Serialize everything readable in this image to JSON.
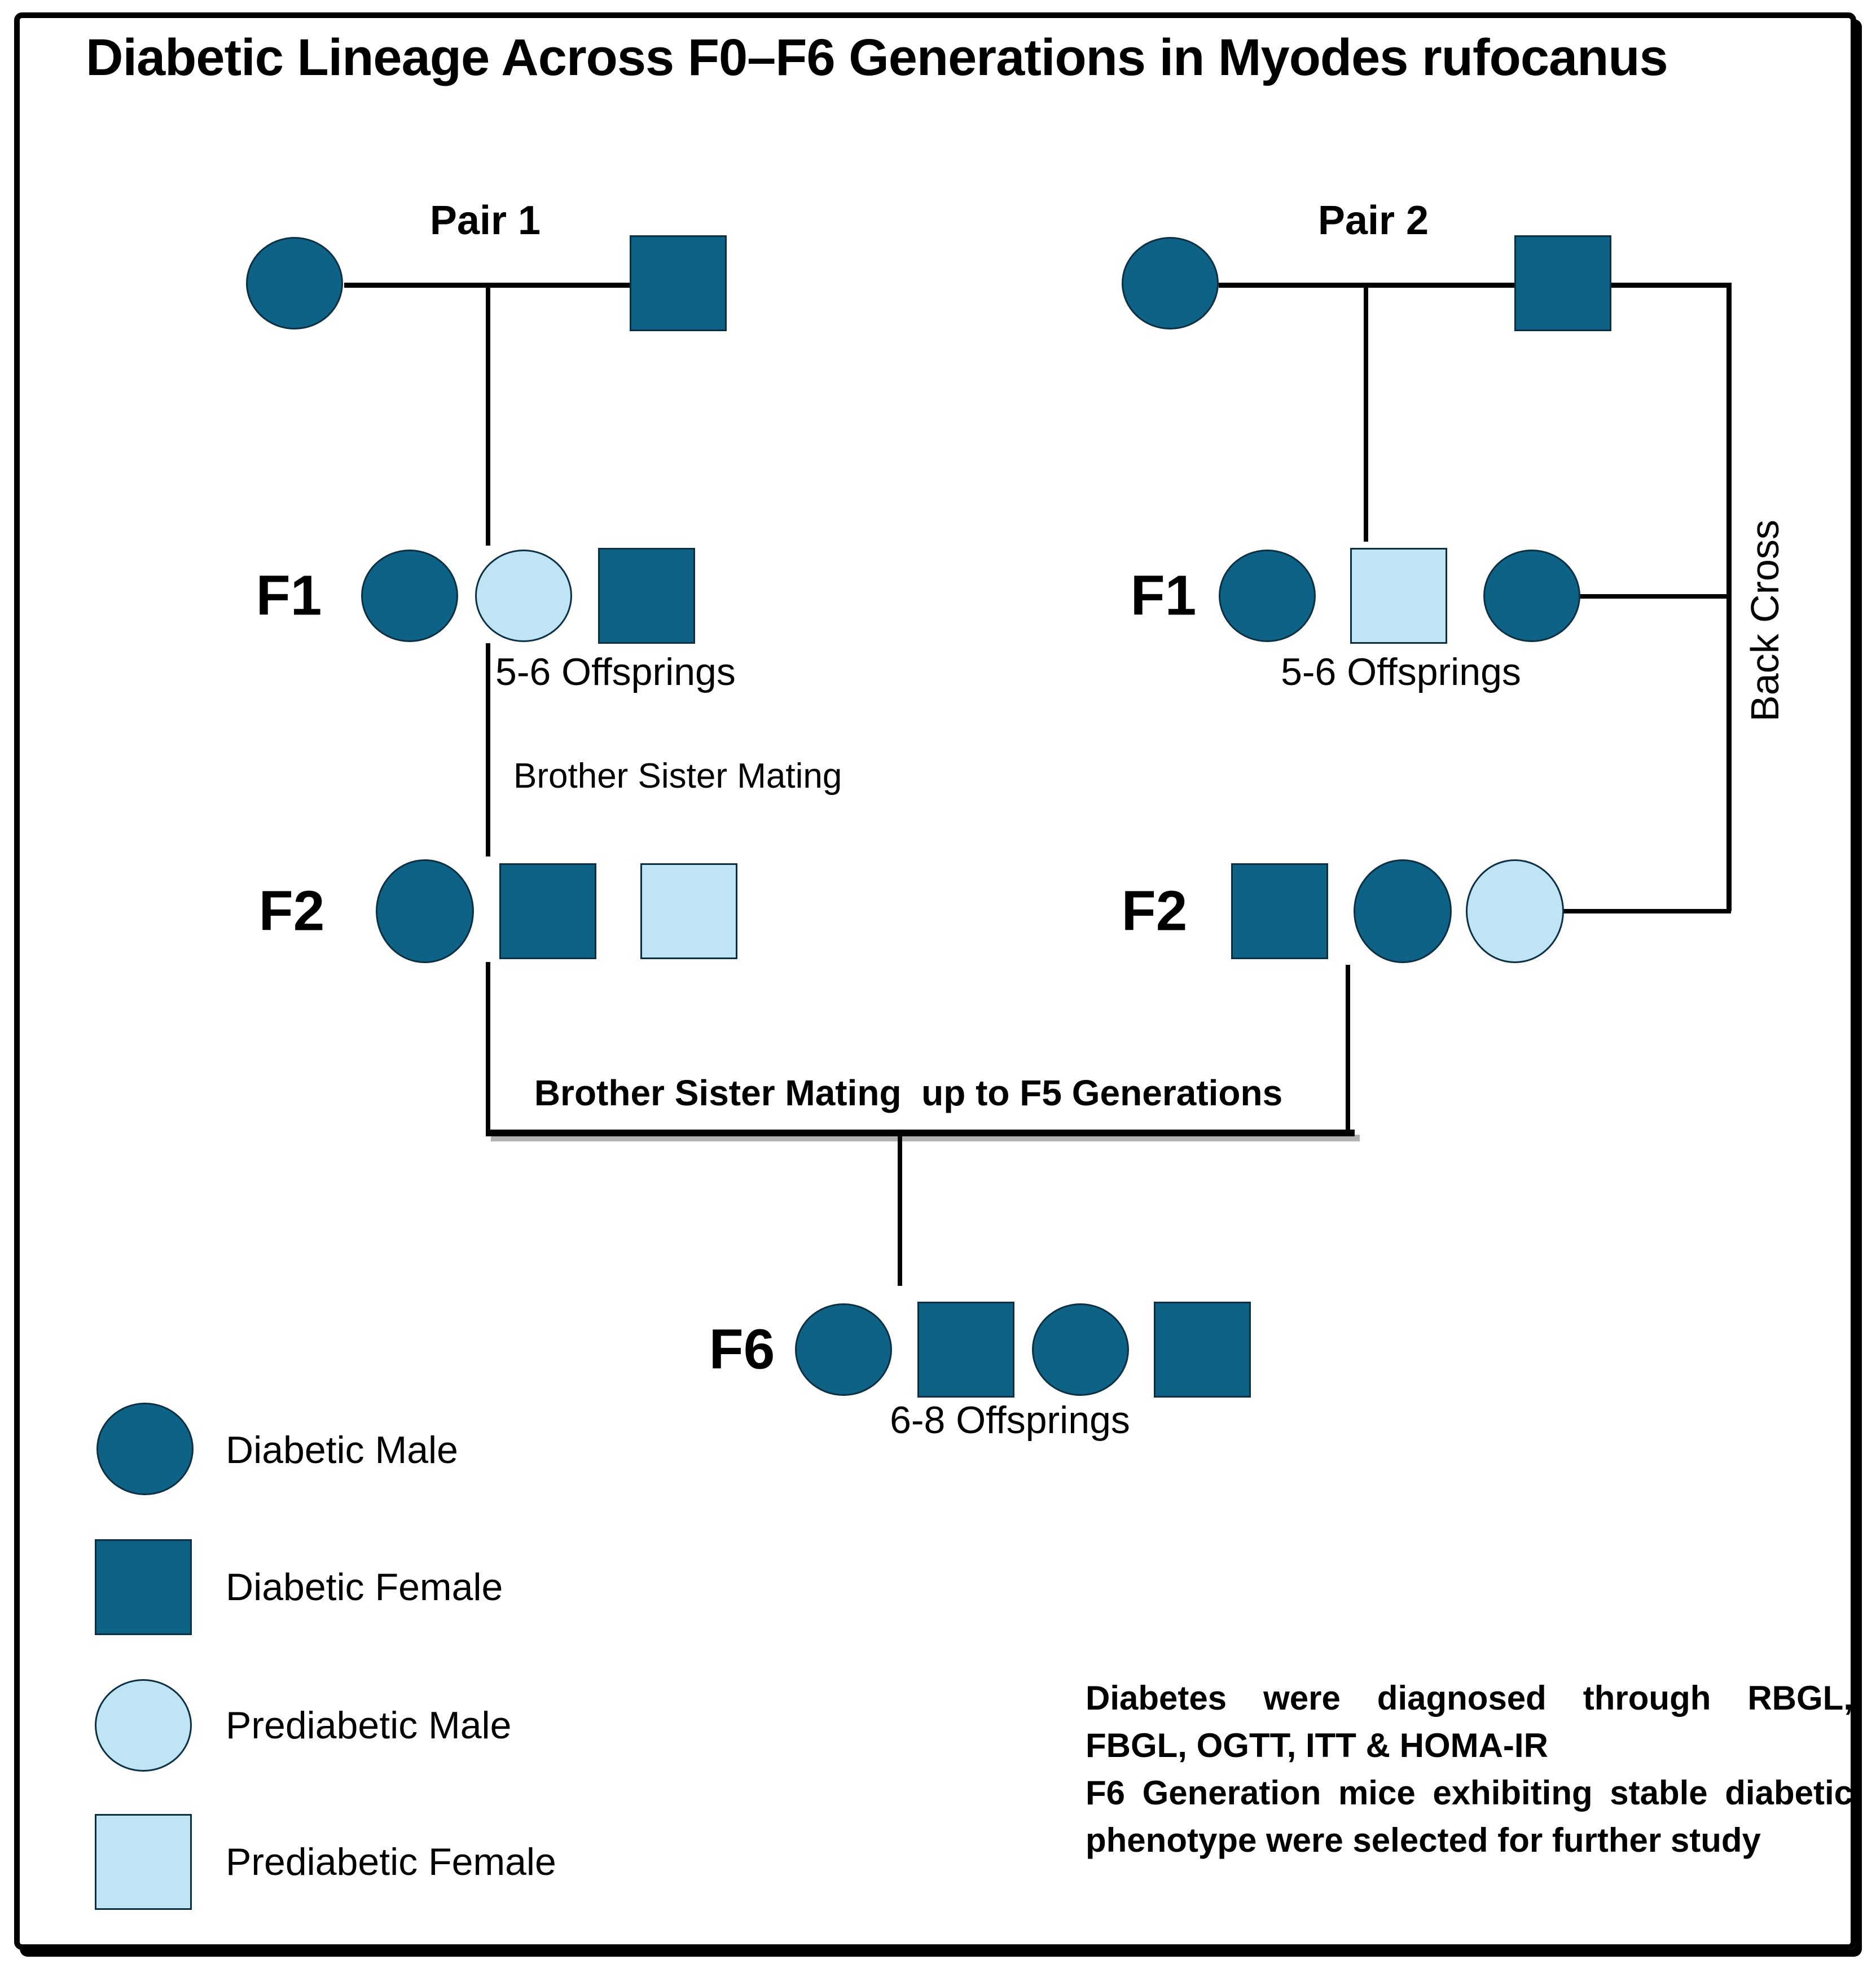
{
  "title": "Diabetic Lineage Across F0–F6 Generations in Myodes rufocanus",
  "pairs": {
    "pair1_label": "Pair 1",
    "pair2_label": "Pair 2"
  },
  "generation_labels": {
    "f1": "F1",
    "f2": "F2",
    "f6": "F6"
  },
  "annotations": {
    "offsprings_f1": "5-6 Offsprings",
    "brother_sister_mating": "Brother Sister Mating",
    "junction_note": "Brother Sister Mating  up to F5 Generations",
    "back_cross": "Back Cross",
    "offsprings_f6": "6-8 Offsprings"
  },
  "legend": {
    "items": [
      {
        "symbol": "circle",
        "phenotype": "diabetic",
        "label": "Diabetic Male"
      },
      {
        "symbol": "square",
        "phenotype": "diabetic",
        "label": "Diabetic Female"
      },
      {
        "symbol": "circle",
        "phenotype": "prediabetic",
        "label": "Prediabetic Male"
      },
      {
        "symbol": "square",
        "phenotype": "prediabetic",
        "label": "Prediabetic Female"
      }
    ]
  },
  "footnote": {
    "line1": "Diabetes were diagnosed through RBGL, FBGL, OGTT, ITT & HOMA-IR",
    "line2": "F6 Generation mice exhibiting stable diabetic phenotype were selected for further study"
  },
  "colors": {
    "diabetic_fill": "#0E6285",
    "prediabetic_fill": "#BFE5F5",
    "shape_outline": "#0B3044",
    "line_color": "#000000"
  },
  "pedigree": {
    "pair1": {
      "f0": [
        "diabetic-male",
        "diabetic-female"
      ],
      "f1": [
        "diabetic-male",
        "prediabetic-male",
        "diabetic-female"
      ],
      "f2": [
        "diabetic-male",
        "diabetic-female",
        "prediabetic-female"
      ]
    },
    "pair2": {
      "f0": [
        "diabetic-male",
        "diabetic-female"
      ],
      "f1": [
        "diabetic-male",
        "prediabetic-female",
        "diabetic-male"
      ],
      "f2": [
        "diabetic-female",
        "diabetic-male",
        "prediabetic-male"
      ]
    },
    "f6": [
      "diabetic-male",
      "diabetic-female",
      "diabetic-male",
      "diabetic-female"
    ]
  }
}
